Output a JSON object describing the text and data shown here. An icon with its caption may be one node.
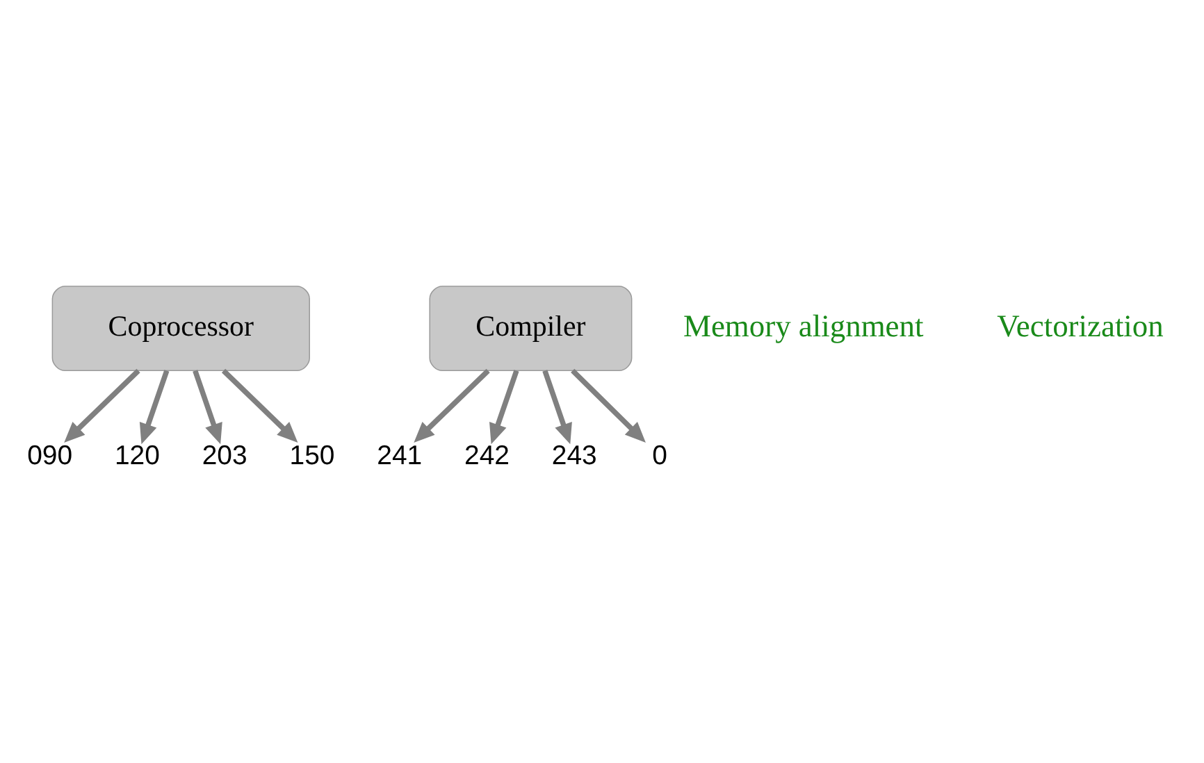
{
  "diagram": {
    "nodes": [
      {
        "text": [
          "Coprocessor"
        ]
      },
      {
        "text": [
          "Compiler"
        ]
      },
      {
        "text": [
          "090"
        ]
      },
      {
        "text": [
          "120"
        ]
      },
      {
        "text": [
          "203"
        ]
      },
      {
        "text": [
          "150"
        ]
      },
      {
        "text": [
          "241"
        ]
      },
      {
        "text": [
          "242"
        ]
      },
      {
        "text": [
          "243"
        ]
      },
      {
        "text": [
          "0"
        ]
      }
    ],
    "edges": [
      {
        "from": 0,
        "to": 2,
        "arrow": "to"
      },
      {
        "from": 0,
        "to": 3,
        "arrow": "to"
      },
      {
        "from": 0,
        "to": 4,
        "arrow": "to"
      },
      {
        "from": 0,
        "to": 5,
        "arrow": "to"
      },
      {
        "from": 1,
        "to": 6,
        "arrow": "to"
      },
      {
        "from": 1,
        "to": 7,
        "arrow": "to"
      },
      {
        "from": 1,
        "to": 8,
        "arrow": "to"
      },
      {
        "from": 1,
        "to": 9,
        "arrow": "to"
      }
    ],
    "labels": [
      "Memory alignment",
      "Vectorization"
    ]
  }
}
